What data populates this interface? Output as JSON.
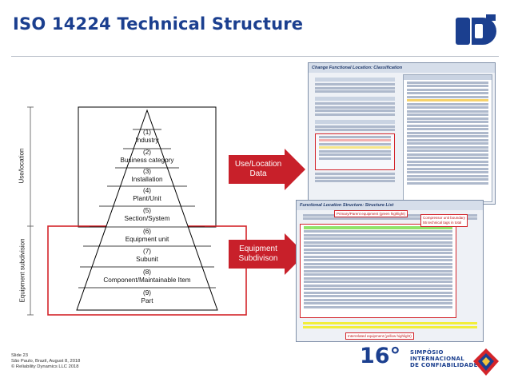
{
  "slide": {
    "title": "ISO 14224 Technical Structure",
    "footer": {
      "line1": "Slide 23",
      "line2": "São Paulo, Brazil, August 8, 2018",
      "line3": "© Reliability Dynamics LLC 2018"
    }
  },
  "pyramid": {
    "levels": [
      {
        "num": "(1)",
        "name": "Industry"
      },
      {
        "num": "(2)",
        "name": "Business category"
      },
      {
        "num": "(3)",
        "name": "Installation"
      },
      {
        "num": "(4)",
        "name": "Plant/Unit"
      },
      {
        "num": "(5)",
        "name": "Section/System"
      },
      {
        "num": "(6)",
        "name": "Equipment unit"
      },
      {
        "num": "(7)",
        "name": "Subunit"
      },
      {
        "num": "(8)",
        "name": "Component/Maintainable Item"
      },
      {
        "num": "(9)",
        "name": "Part"
      }
    ],
    "side_labels": {
      "upper": "Use/location",
      "lower": "Equipment subdivision"
    }
  },
  "callouts": {
    "use_location": "Use/Location\nData",
    "equipment": "Equipment\nSubdivison"
  },
  "screens": {
    "classification_title": "Change Functional Location: Classification",
    "structure_title": "Functional Location Structure: Structure List",
    "tag_primary": "Primary/Parent equipment (green highlight)",
    "tag_compressor": "Compressor unit boundary\n55 technical tags in total",
    "tag_interrelated": "Interrelated equipment (yellow highlight)"
  },
  "conference": {
    "number": "16°",
    "line1": "SIMPÓSIO",
    "line2": "INTERNACIONAL",
    "line3": "DE CONFIABILIDADE"
  },
  "colors": {
    "brand_blue": "#1b3f8f",
    "callout_red": "#c8202a",
    "highlight_red": "#d3242a",
    "green_highlight": "#8fe36a",
    "yellow_highlight": "#f2ee3c"
  }
}
